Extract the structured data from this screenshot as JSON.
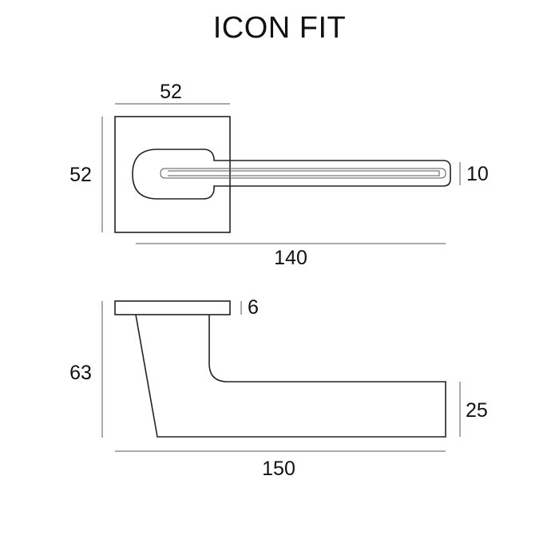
{
  "title": "ICON FIT",
  "top_view": {
    "rose_width": "52",
    "rose_height": "52",
    "handle_thickness": "10",
    "handle_length": "140"
  },
  "side_view": {
    "rose_thickness": "6",
    "projection": "63",
    "grip_height": "25",
    "overall_length": "150"
  }
}
